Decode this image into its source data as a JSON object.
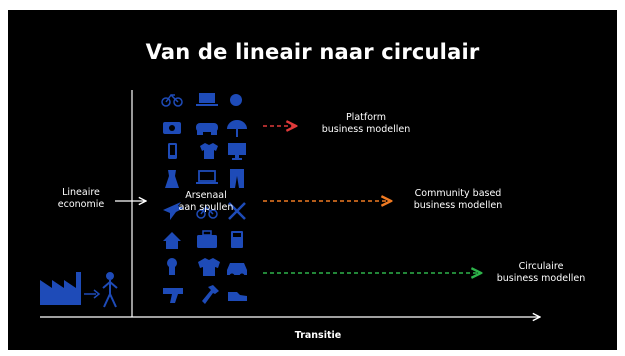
{
  "title": "Van de lineair naar circulair",
  "x_axis_label": "Transitie",
  "left_label": {
    "line1": "Lineaire",
    "line2": "economie"
  },
  "center_label": {
    "line1": "Arsenaal",
    "line2": "aan spullen"
  },
  "models": [
    {
      "line1": "Platform",
      "line2": "business modellen",
      "color": "#e03a3a"
    },
    {
      "line1": "Community based",
      "line2": "business modellen",
      "color": "#f07a22"
    },
    {
      "line1": "Circulaire",
      "line2": "business modellen",
      "color": "#2db34a"
    }
  ],
  "colors": {
    "background": "#000000",
    "text": "#ffffff",
    "icon": "#1e4bb8"
  },
  "icons": [
    [
      "bicycle-icon",
      "laptop-icon",
      "globe-icon"
    ],
    [
      "camera-icon",
      "gamepad-icon",
      "umbrella-icon"
    ],
    [
      "phone-icon",
      "shirt-icon",
      "monitor-icon"
    ],
    [
      "dress-icon",
      "laptop-icon",
      "pants-icon"
    ],
    [
      "plane-icon",
      "bicycle-icon",
      "tools-icon"
    ],
    [
      "house-icon",
      "suitcase-icon",
      "calculator-icon"
    ],
    [
      "lightbulb-icon",
      "sweater-icon",
      "car-icon"
    ],
    [
      "drill-icon",
      "hammer-icon",
      "shoe-icon"
    ]
  ]
}
